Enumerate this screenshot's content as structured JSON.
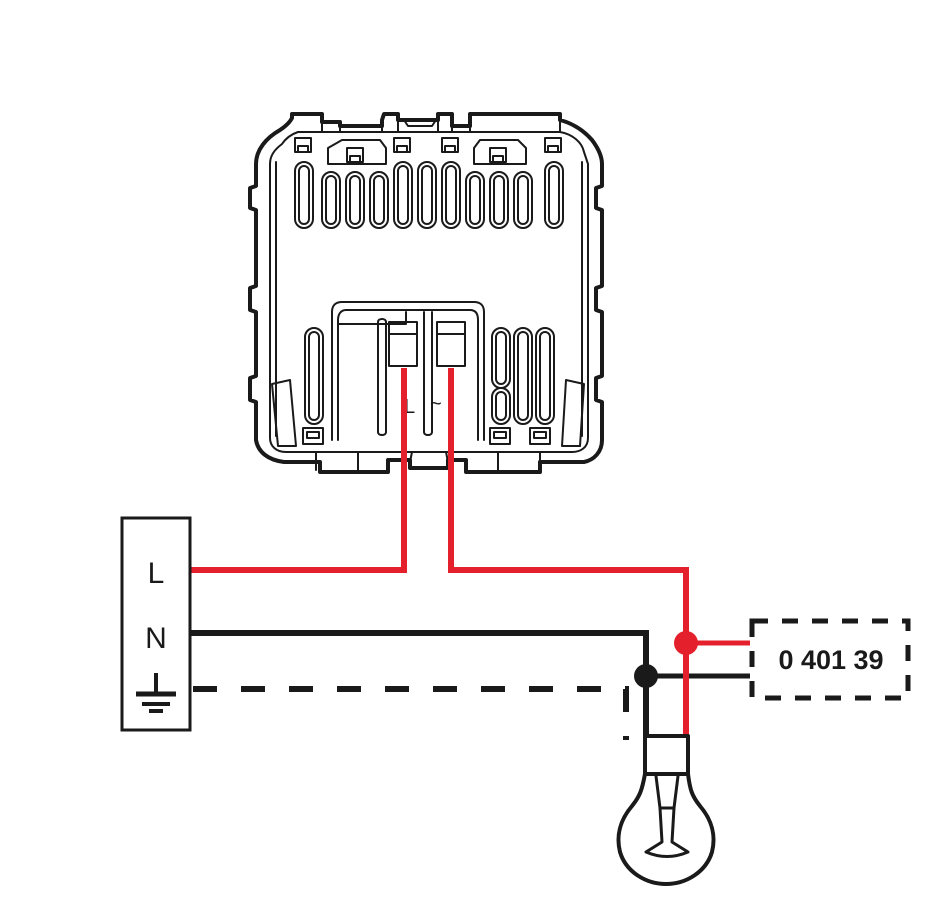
{
  "device": {
    "terminal_labels": [
      "L",
      "~"
    ]
  },
  "supply_box": {
    "labels": {
      "live": "L",
      "neutral": "N"
    },
    "earth_symbol": "earth-ground-icon"
  },
  "compatible_device": {
    "reference": "0 401 39"
  },
  "load": {
    "icon": "light-bulb-icon"
  },
  "colors": {
    "live_wire": "#e3202b",
    "neutral_wire": "#1a1a1a",
    "earth_wire": "#1a1a1a",
    "outline": "#1a1a1a",
    "background": "#ffffff"
  }
}
